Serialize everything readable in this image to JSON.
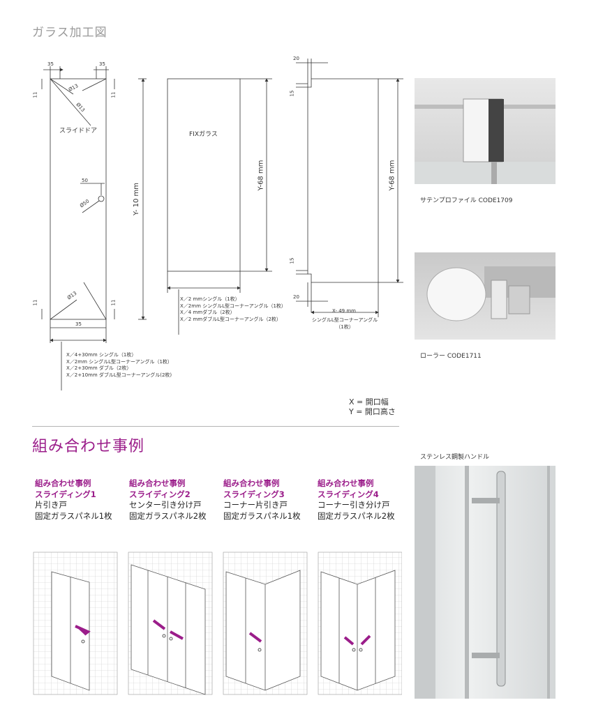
{
  "page": {
    "title": "ガラス加工図"
  },
  "drawing_door": {
    "label": "スライドドア",
    "dims": {
      "top_left": "35",
      "top_right": "35",
      "left_side_top": "11",
      "right_side_top": "11",
      "hole_a": "Ø13",
      "hole_b": "Ø13",
      "mid_dim": "50",
      "handle_hole": "Ø50",
      "height": "Y- 10 mm",
      "bot_hole": "Ø13",
      "left_side_bot": "11",
      "right_side_bot": "11",
      "bottom": "35"
    },
    "notes": [
      "X／4+30mm シングル（1枚）",
      "X／2mm シングルL型コーナーアングル（1枚）",
      "X／2+30mm ダブル（2枚）",
      "X／2+10mm ダブルL型コーナーアングル(2枚)"
    ]
  },
  "drawing_fix": {
    "label": "FIXガラス",
    "dims": {
      "height": "Y-68 mm"
    },
    "notes": [
      "X／2 mmシングル（1枚）",
      "X／2mm シングルL型コーナーアングル（1枚）",
      "X／4 mmダブル（2枚）",
      "X／2 mmダブルL型コーナーアングル（2枚）"
    ]
  },
  "drawing_corner": {
    "dims": {
      "top": "20",
      "notch_top": "15",
      "height": "Y-68 mm",
      "notch_bot": "15",
      "bottom": "20",
      "width": "X- 49 mm"
    },
    "notes": [
      "シングルL型コーナーアングル",
      "（1枚）"
    ]
  },
  "legend": {
    "x": "X = 開口幅",
    "y": "Y = 開口高さ"
  },
  "photos": [
    {
      "caption": "サテンプロファイル CODE1709"
    },
    {
      "caption": "ローラー CODE1711"
    },
    {
      "caption": "ステンレス鋼製ハンドル"
    }
  ],
  "section": {
    "title": "組み合わせ事例"
  },
  "combos": [
    {
      "heading": "組み合わせ事例",
      "name": "スライディング1",
      "door": "片引き戸",
      "panels": "固定ガラスパネル1枚"
    },
    {
      "heading": "組み合わせ事例",
      "name": "スライディング2",
      "door": "センター引き分け戸",
      "panels": "固定ガラスパネル2枚"
    },
    {
      "heading": "組み合わせ事例",
      "name": "スライディング3",
      "door": "コーナー片引き戸",
      "panels": "固定ガラスパネル1枚"
    },
    {
      "heading": "組み合わせ事例",
      "name": "スライディング4",
      "door": "コーナー引き分け戸",
      "panels": "固定ガラスパネル2枚"
    }
  ],
  "colors": {
    "accent": "#9b1d8a",
    "line": "#333333",
    "rule": "#b5b5b5"
  }
}
